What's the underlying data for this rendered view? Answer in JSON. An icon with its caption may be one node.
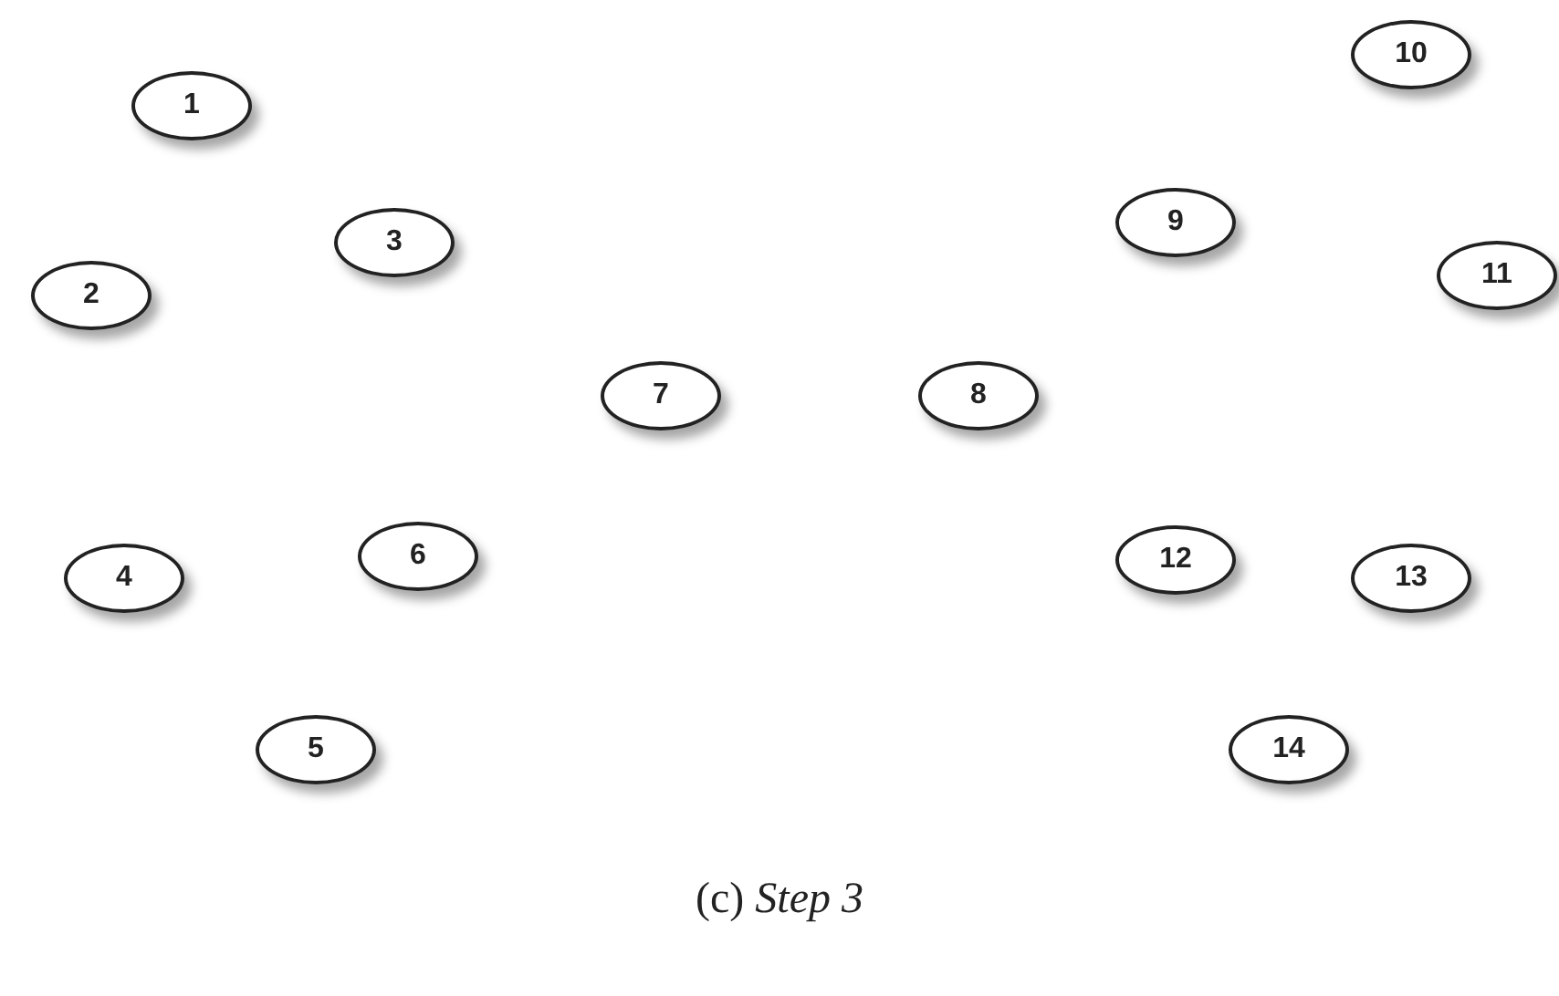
{
  "diagram": {
    "caption": "(c) *Step 3*",
    "nodes": [
      {
        "text": [
          "1"
        ]
      },
      {
        "text": [
          "2"
        ]
      },
      {
        "text": [
          "3"
        ]
      },
      {
        "text": [
          "4"
        ]
      },
      {
        "text": [
          "5"
        ]
      },
      {
        "text": [
          "6"
        ]
      },
      {
        "text": [
          "7"
        ]
      },
      {
        "text": [
          "8"
        ]
      },
      {
        "text": [
          "9"
        ]
      },
      {
        "text": [
          "10"
        ]
      },
      {
        "text": [
          "11"
        ]
      },
      {
        "text": [
          "12"
        ]
      },
      {
        "text": [
          "13"
        ]
      },
      {
        "text": [
          "14"
        ]
      }
    ]
  }
}
